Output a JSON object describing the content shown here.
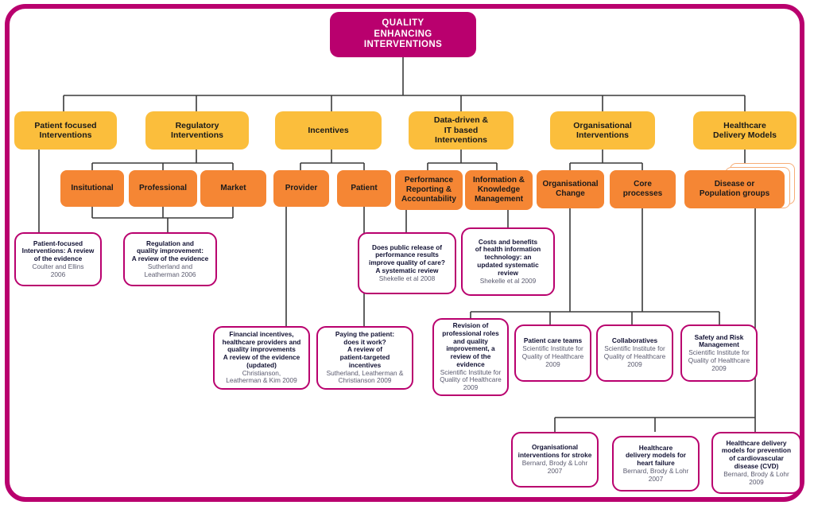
{
  "diagram": {
    "title": "Quality Enhancing Interventions framework",
    "colors": {
      "frame": "#B9006E",
      "root": "#B9006E",
      "level1": "#FBBE3C",
      "level2": "#F58634",
      "citation_border": "#B9006E",
      "connector": "#3a3a3a",
      "ghost_card": "#F6AD77"
    },
    "root": {
      "label": "QUALITY\nENHANCING\nINTERVENTIONS",
      "line1": "QUALITY",
      "line2": "ENHANCING",
      "line3": "INTERVENTIONS"
    },
    "level1": [
      {
        "id": "patient-focused",
        "label": "Patient focused\nInterventions"
      },
      {
        "id": "regulatory",
        "label": "Regulatory\nInterventions"
      },
      {
        "id": "incentives",
        "label": "Incentives"
      },
      {
        "id": "data-driven",
        "label": "Data-driven &\nIT based\nInterventions"
      },
      {
        "id": "organisational",
        "label": "Organisational\nInterventions"
      },
      {
        "id": "healthcare-models",
        "label": "Healthcare\nDelivery Models"
      }
    ],
    "level2": [
      {
        "id": "insitutional",
        "label": "Insitutional"
      },
      {
        "id": "professional",
        "label": "Professional"
      },
      {
        "id": "market",
        "label": "Market"
      },
      {
        "id": "provider",
        "label": "Provider"
      },
      {
        "id": "patient",
        "label": "Patient"
      },
      {
        "id": "performance-reporting",
        "label": "Performance\nReporting &\nAccountability"
      },
      {
        "id": "information-knowledge",
        "label": "Information &\nKnowledge\nManagement"
      },
      {
        "id": "organisational-change",
        "label": "Organisational\nChange"
      },
      {
        "id": "core-processes",
        "label": "Core\nprocesses"
      },
      {
        "id": "disease-population",
        "label": "Disease or\nPopulation groups"
      }
    ],
    "citations": [
      {
        "id": "patient-focused-review",
        "title": "Patient-focused\nInterventions: A review\nof the evidence",
        "ref": "Coulter and Ellins\n2006"
      },
      {
        "id": "regulation-quality-improvement",
        "title": "Regulation and\nquality improvement:\nA review of the evidence",
        "ref": "Sutherland and\nLeatherman 2006"
      },
      {
        "id": "public-release-performance",
        "title": "Does public release of\nperformance results\nimprove quality of care?\nA systematic review",
        "ref": "Shekelle et al  2008"
      },
      {
        "id": "costs-benefits-health-it",
        "title": "Costs and benefits\nof health information\ntechnology: an\nupdated systematic\nreview",
        "ref": "Shekelle et al  2009"
      },
      {
        "id": "financial-incentives",
        "title": "Financial incentives,\nhealthcare providers and\nquality improvements\nA review of the evidence\n(updated)",
        "ref": "Christianson,\nLeatherman & Kim  2009"
      },
      {
        "id": "paying-the-patient",
        "title": "Paying the patient:\ndoes it work?\nA review of\npatient-targeted\nincentives",
        "ref": "Sutherland, Leatherman &\nChristianson 2009"
      },
      {
        "id": "revision-professional-roles",
        "title": "Revision of\nprofessional roles\nand quality\nimprovement, a\nreview of the\nevidence",
        "ref": "Scientific Institute for\nQuality of Healthcare\n2009"
      },
      {
        "id": "patient-care-teams",
        "title": "Patient care teams",
        "ref": "Scientific Institute for\nQuality of Healthcare\n2009"
      },
      {
        "id": "collaboratives",
        "title": "Collaboratives",
        "ref": "Scientific Institute for\nQuality of Healthcare\n2009"
      },
      {
        "id": "safety-risk-management",
        "title": "Safety and Risk\nManagement",
        "ref": "Scientific Institute for\nQuality of Healthcare\n2009"
      },
      {
        "id": "organisational-stroke",
        "title": "Organisational\ninterventions for stroke",
        "ref": "Bernard, Brody & Lohr\n2007"
      },
      {
        "id": "delivery-heart-failure",
        "title": "Healthcare\ndelivery models for\nheart failure",
        "ref": "Bernard, Brody & Lohr\n2007"
      },
      {
        "id": "delivery-cvd",
        "title": "Healthcare delivery\nmodels for prevention\nof cardiovascular\ndisease (CVD)",
        "ref": "Bernard, Brody & Lohr\n2009"
      }
    ]
  }
}
